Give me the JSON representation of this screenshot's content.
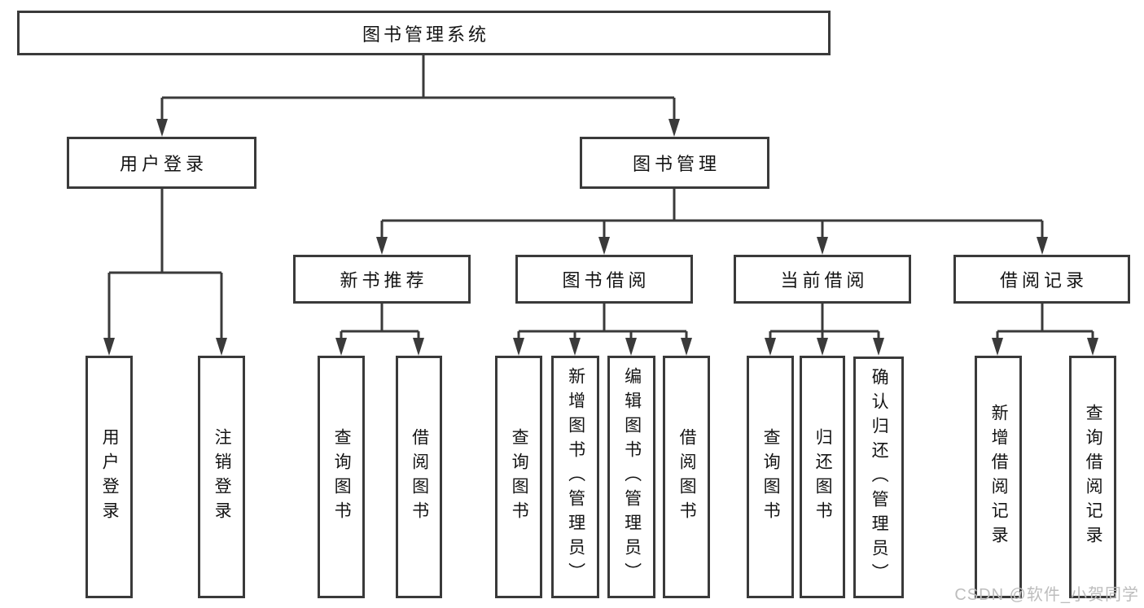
{
  "tree": {
    "root": {
      "label": "图书管理系统"
    },
    "branches": [
      {
        "label": "用户登录",
        "children": [
          {
            "label": "用户登录"
          },
          {
            "label": "注销登录"
          }
        ]
      },
      {
        "label": "图书管理",
        "children": [
          {
            "label": "新书推荐",
            "children": [
              {
                "label": "查询图书"
              },
              {
                "label": "借阅图书"
              }
            ]
          },
          {
            "label": "图书借阅",
            "children": [
              {
                "label": "查询图书"
              },
              {
                "label": "新增图书（管理员）"
              },
              {
                "label": "编辑图书（管理员）"
              },
              {
                "label": "借阅图书"
              }
            ]
          },
          {
            "label": "当前借阅",
            "children": [
              {
                "label": "查询图书"
              },
              {
                "label": "归还图书"
              },
              {
                "label": "确认归还（管理员）"
              }
            ]
          },
          {
            "label": "借阅记录",
            "children": [
              {
                "label": "新增借阅记录"
              },
              {
                "label": "查询借阅记录"
              }
            ]
          }
        ]
      }
    ]
  },
  "watermark": {
    "text": "CSDN @软件_小贺同学"
  },
  "colors": {
    "line": "#3a3a3a",
    "box_border": "#3a3a3a",
    "text": "#141414",
    "watermark": "#bdbdbd",
    "background": "#ffffff"
  }
}
